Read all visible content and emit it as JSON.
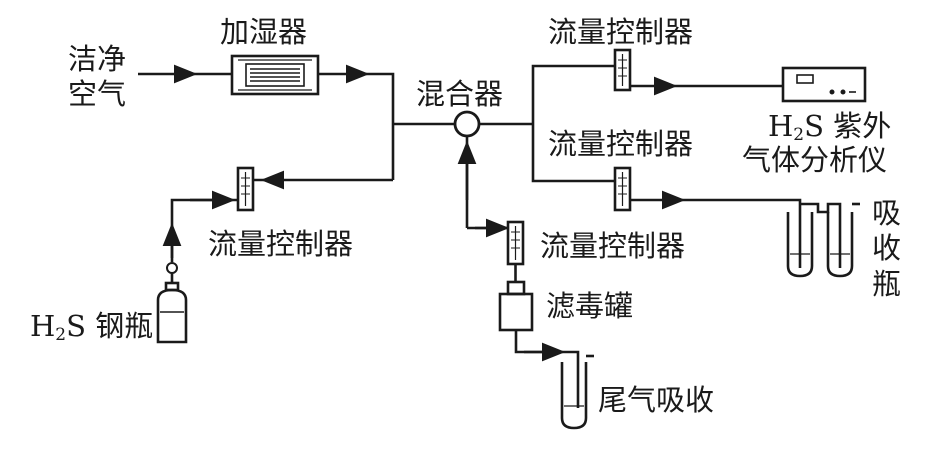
{
  "labels": {
    "clean_air_line1": "洁净",
    "clean_air_line2": "空气",
    "humidifier": "加湿器",
    "mixer": "混合器",
    "flow_controller_top": "流量控制器",
    "flow_controller_right": "流量控制器",
    "flow_controller_h2s": "流量控制器",
    "flow_controller_bottom": "流量控制器",
    "analyzer_prefix": "H",
    "analyzer_sub": "2",
    "analyzer_suffix": "S 紫外",
    "analyzer_line2": "气体分析仪",
    "absorb_bottle_1": "吸",
    "absorb_bottle_2": "收",
    "absorb_bottle_3": "瓶",
    "cylinder_prefix": "H",
    "cylinder_sub": "2",
    "cylinder_suffix": "S 钢瓶",
    "filter_canister": "滤毒罐",
    "tail_gas": "尾气吸收"
  },
  "colors": {
    "ink": "#1a1a1a",
    "background": "#ffffff"
  }
}
